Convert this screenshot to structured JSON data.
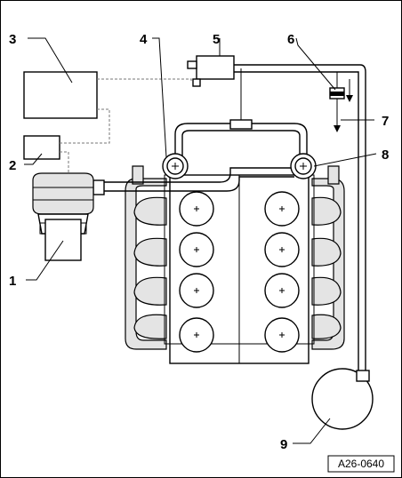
{
  "diagram": {
    "callouts": [
      "1",
      "2",
      "3",
      "4",
      "5",
      "6",
      "7",
      "8",
      "9"
    ],
    "reference_code": "A26-0640"
  }
}
